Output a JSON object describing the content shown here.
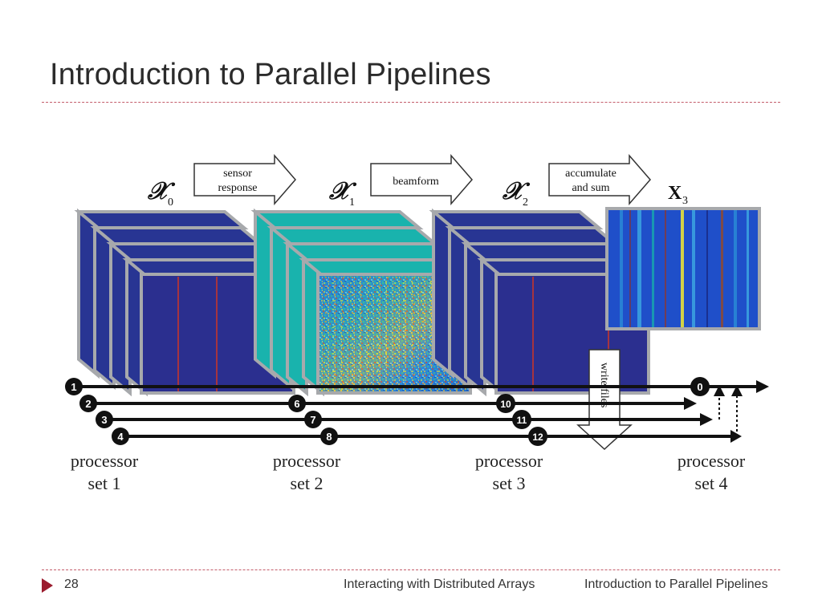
{
  "slide": {
    "title": "Introduction to Parallel Pipelines",
    "page_number": "28",
    "footer_left": "Interacting with Distributed Arrays",
    "footer_right": "Introduction to Parallel Pipelines"
  },
  "diagram": {
    "stages": [
      {
        "symbol": "𝒳",
        "subscript": "0"
      },
      {
        "symbol": "𝒳",
        "subscript": "1"
      },
      {
        "symbol": "𝒳",
        "subscript": "2"
      },
      {
        "symbol": "X",
        "subscript": "3"
      }
    ],
    "step_arrows": [
      {
        "line1": "sensor",
        "line2": "response"
      },
      {
        "line1": "beamform",
        "line2": ""
      },
      {
        "line1": "accumulate",
        "line2": "and sum"
      }
    ],
    "write_files": "write files",
    "processor_sets": [
      {
        "line1": "processor",
        "line2": "set 1"
      },
      {
        "line1": "processor",
        "line2": "set 2"
      },
      {
        "line1": "processor",
        "line2": "set 3"
      },
      {
        "line1": "processor",
        "line2": "set 4"
      }
    ],
    "processor_ids": [
      "1",
      "2",
      "3",
      "4",
      "6",
      "7",
      "8",
      "10",
      "11",
      "12",
      "0"
    ],
    "colors": {
      "dark_blue": "#283593",
      "face_blue": "#2b2f8f",
      "teal": "#19b3ad",
      "frame_gray": "#a7a9ac",
      "accent_red": "#a6343f"
    }
  }
}
